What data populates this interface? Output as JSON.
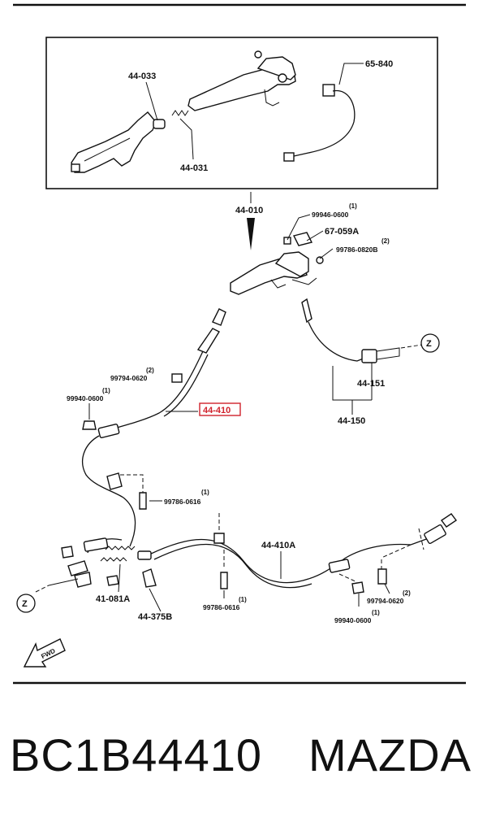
{
  "callouts": {
    "c44033": "44-033",
    "c44031": "44-031",
    "c65840": "65-840",
    "c44010": "44-010",
    "c99946": "99946-0600",
    "c99946q": "(1)",
    "c67059": "67-059A",
    "c99786a": "99786-0820B",
    "c99786aq": "(2)",
    "c99794a": "99794-0620",
    "c99794aq": "(2)",
    "c99940a": "99940-0600",
    "c99940aq": "(1)",
    "c44410": "44-410",
    "c44151": "44-151",
    "c44150": "44-150",
    "c99786b": "99786-0616",
    "c99786bq": "(1)",
    "c44410A": "44-410A",
    "c41081A": "41-081A",
    "c44375B": "44-375B",
    "c99786c": "99786-0616",
    "c99786cq": "(1)",
    "c99794b": "99794-0620",
    "c99794bq": "(2)",
    "c99940b": "99940-0600",
    "c99940bq": "(1)",
    "z1": "Z",
    "z2": "Z",
    "fwd": "FWD"
  },
  "highlight_color": "#d0222c",
  "caption": {
    "part_number": "BC1B44410",
    "brand": "MAZDA"
  }
}
